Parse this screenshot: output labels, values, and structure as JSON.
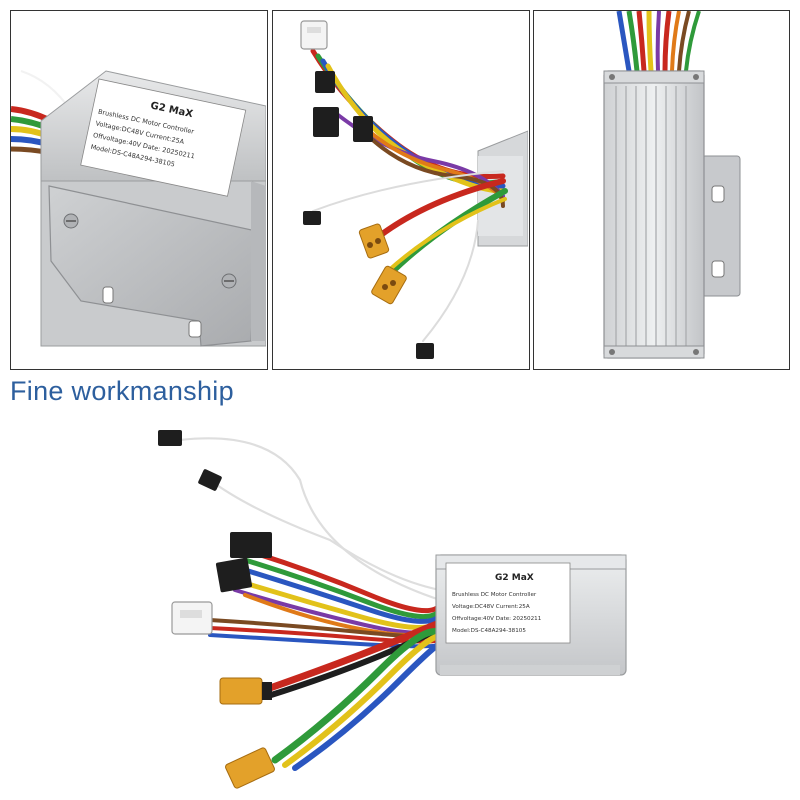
{
  "headline": "Fine workmanship",
  "label": {
    "title": "G2 MaX",
    "line1": "Brushless DC Motor Controller",
    "line2": "Voltage:DC48V   Current:25A",
    "line3": "Offvoltage:40V   Date: 20250211",
    "line4": "Model:DS-C48A294-38105"
  },
  "label_closeup": {
    "title": "G2 MaX",
    "line1": "Brushless DC Motor Controller",
    "line2": "Voltage:DC48V   Current:25A",
    "line3": "Offvoltage:40V   Date: 20250211",
    "line4": "Model:DS-C48A294-38105"
  },
  "colors": {
    "headline": "#2d5f9e",
    "housing": "#d9dadb",
    "connector_yellow": "#e3a12a",
    "connector_black": "#1e1e1e",
    "wire_red": "#c8281e",
    "wire_green": "#2f9a3a",
    "wire_blue": "#2a56c0",
    "wire_yellow": "#e2c21a",
    "wire_orange": "#e07a18",
    "wire_purple": "#7a3aa6",
    "wire_brown": "#7a4a22",
    "wire_white": "#f2f2f2"
  }
}
